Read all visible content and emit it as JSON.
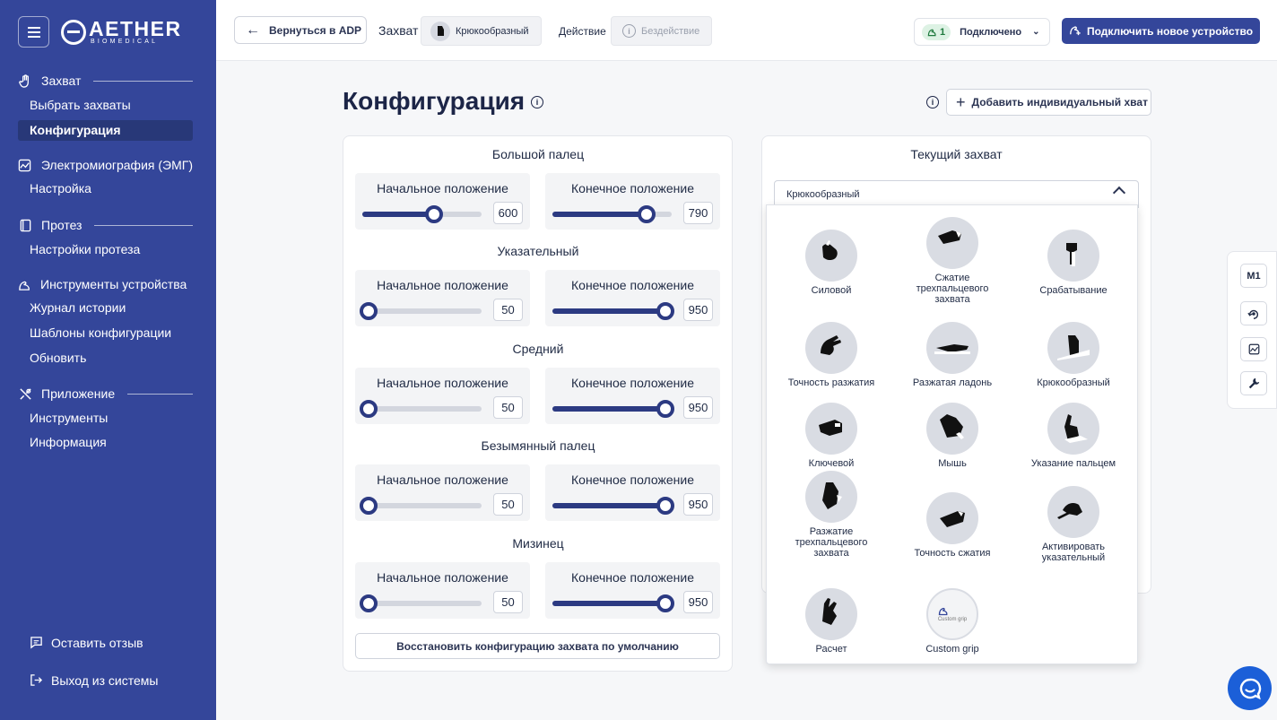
{
  "brand": {
    "name": "AETHER",
    "sub": "BIOMEDICAL"
  },
  "sidebar": {
    "sections": [
      {
        "title": "Захват",
        "items": [
          "Выбрать захваты",
          "Конфигурация"
        ]
      },
      {
        "title": "Электромиография (ЭМГ)",
        "items": [
          "Настройка"
        ]
      },
      {
        "title": "Протез",
        "items": [
          "Настройки протеза"
        ]
      },
      {
        "title": "Инструменты устройства",
        "items": [
          "Журнал истории",
          "Шаблоны конфигурации",
          "Обновить"
        ]
      },
      {
        "title": "Приложение",
        "items": [
          "Инструменты",
          "Информация"
        ]
      }
    ],
    "active_item": "Конфигурация",
    "feedback": "Оставить отзыв",
    "logout": "Выход из системы"
  },
  "topbar": {
    "back": "Вернуться в ADP",
    "grip_label": "Захват",
    "grip_value": "Крюкообразный",
    "action_label": "Действие",
    "action_value": "Бездействие",
    "connected_count": "1",
    "connected_label": "Подключено",
    "new_device": "Подключить новое устройство"
  },
  "page": {
    "title": "Конфигурация",
    "add_grip": "Добавить индивидуальный хват"
  },
  "config": {
    "start_label": "Начальное положение",
    "end_label": "Конечное положение",
    "slider_max": 1000,
    "fingers": [
      {
        "name": "Большой палец",
        "start": 600,
        "end": 790
      },
      {
        "name": "Указательный",
        "start": 50,
        "end": 950
      },
      {
        "name": "Средний",
        "start": 50,
        "end": 950
      },
      {
        "name": "Безымянный палец",
        "start": 50,
        "end": 950
      },
      {
        "name": "Мизинец",
        "start": 50,
        "end": 950
      }
    ],
    "restore": "Восстановить конфигурацию захвата по умолчанию"
  },
  "current_grip": {
    "title": "Текущий захват",
    "selected": "Крюкообразный",
    "options": [
      "Силовой",
      "Сжатие трехпальцевого захвата",
      "Срабатывание",
      "Точность разжатия",
      "Разжатая ладонь",
      "Крюкообразный",
      "Ключевой",
      "Мышь",
      "Указание пальцем",
      "Разжатие трехпальцевого захвата",
      "Точность сжатия",
      "Активировать указательный",
      "Расчет",
      "Custom grip"
    ],
    "custom_badge": "Custom grip"
  },
  "rail": {
    "mode": "M1"
  },
  "colors": {
    "sidebar": "#34469a",
    "accent": "#2c3a82",
    "chat": "#1b5fd8"
  }
}
